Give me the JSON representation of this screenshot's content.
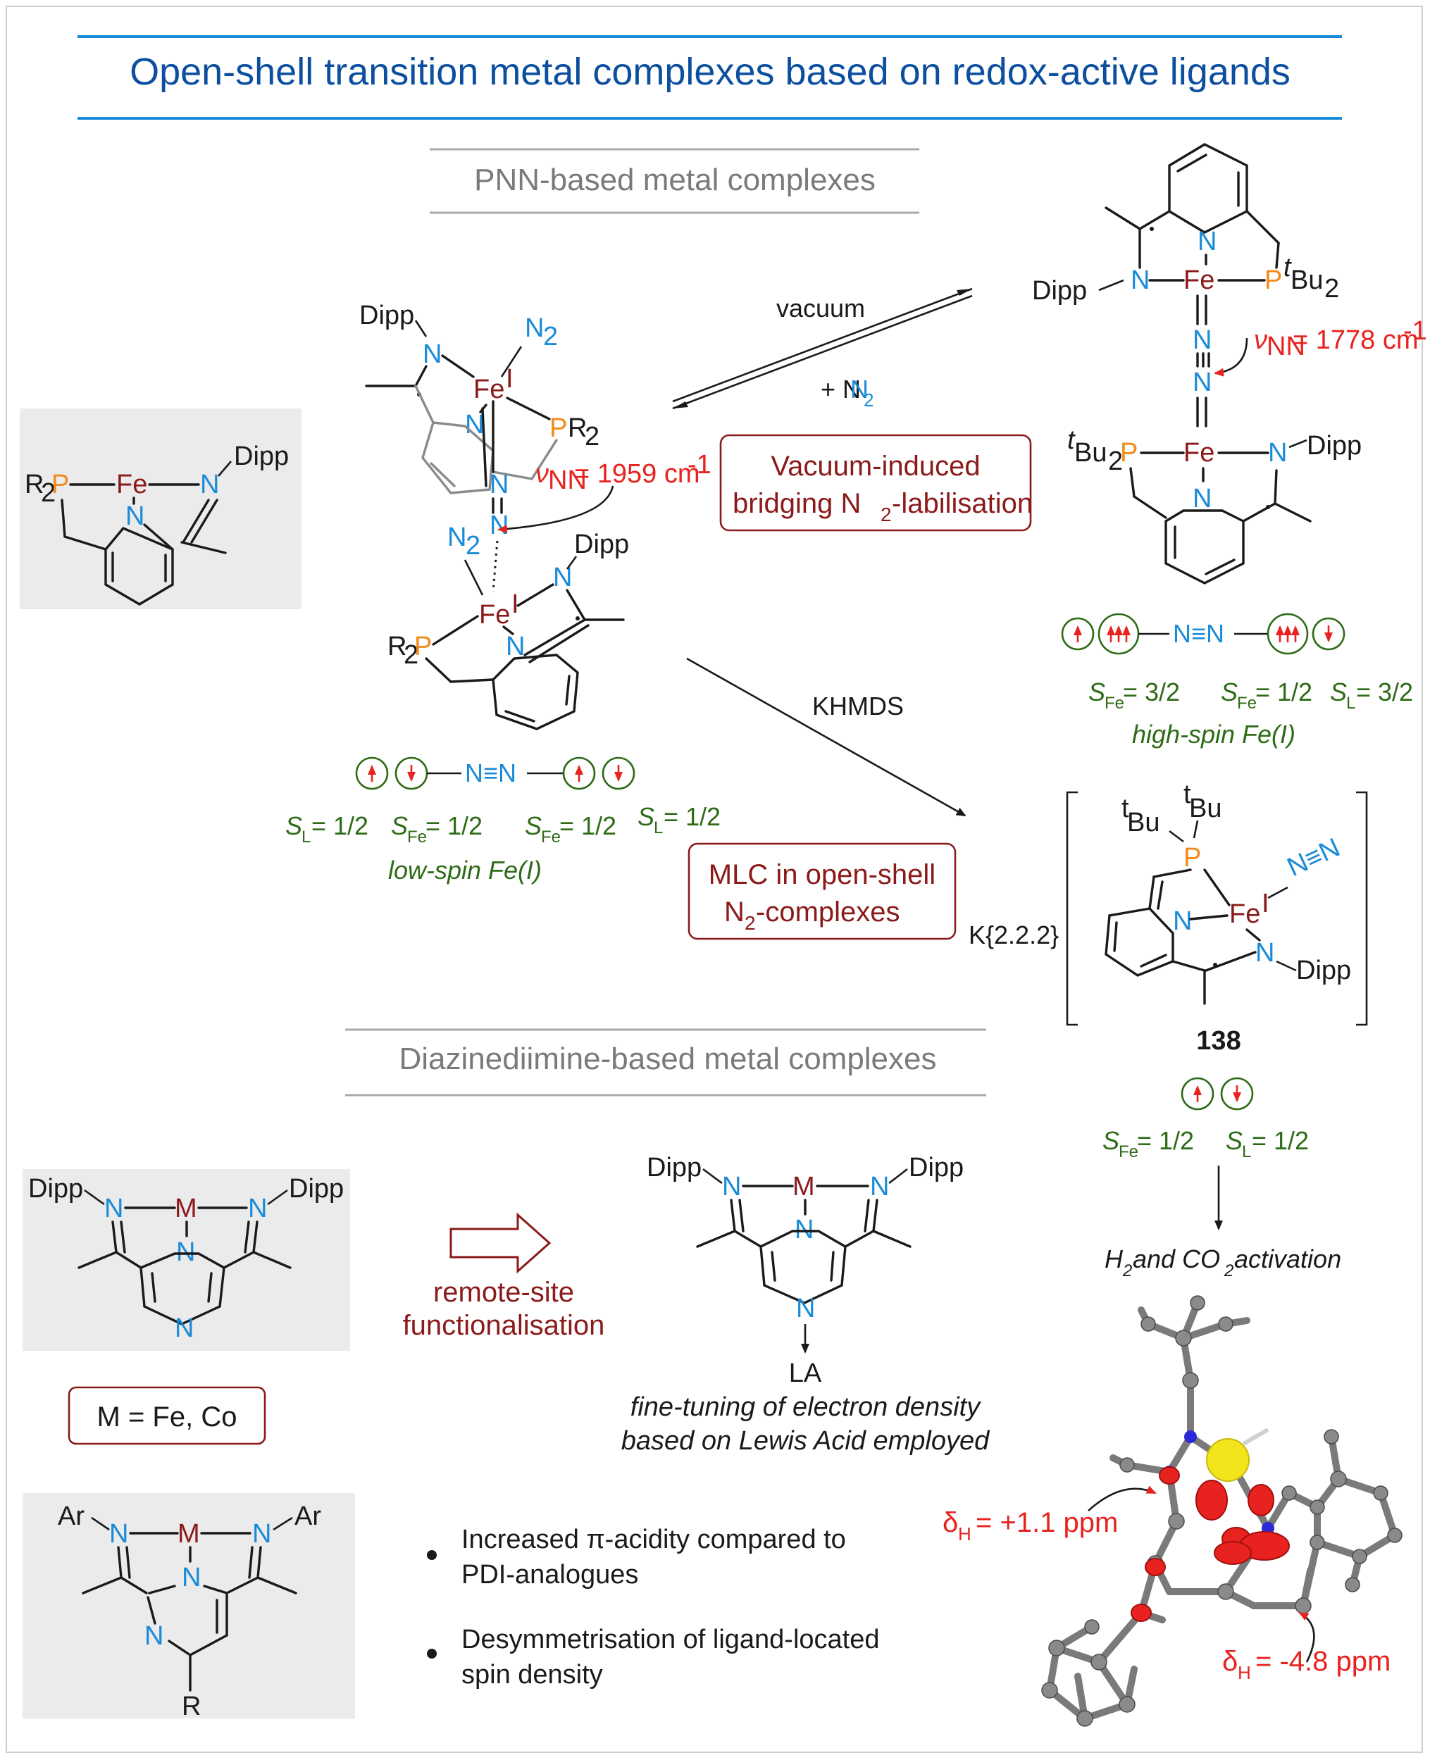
{
  "title": "Open-shell transition metal complexes based on redox-active ligands",
  "sections": {
    "pnn": "PNN-based metal complexes",
    "diazine": "Diazinediimine-based metal complexes"
  },
  "labels": {
    "vacuum": "vacuum",
    "plus_n2": "+ N",
    "khmds": "KHMDS",
    "k222": "K{2.2.2}",
    "compound_138": "138",
    "h2_co2": "H",
    "h2_co2_rest": " and CO",
    "h2_co2_end": " activation",
    "m_fe_co": "M = Fe, Co",
    "remote_1": "remote-site",
    "remote_2": "functionalisation",
    "fine_1": "fine-tuning of electron density",
    "fine_2": "based on Lewis Acid employed",
    "la": "LA"
  },
  "callouts": {
    "vacuum_induced_1": "Vacuum-induced",
    "vacuum_induced_2": "bridging N",
    "vacuum_induced_3": "-labilisation",
    "mlc_1": "MLC in open-shell",
    "mlc_2": "N",
    "mlc_3": "-complexes"
  },
  "vibrations": {
    "low_spin": "= 1959 cm",
    "high_spin": "= 1778 cm"
  },
  "spin_labels": {
    "low_spin_caption": "low-spin Fe(I)",
    "high_spin_caption": "high-spin Fe(I)",
    "sL_half": "= 1/2",
    "sFe_half": "= 1/2",
    "sFe_3half": "= 3/2",
    "sL_3half": "= 3/2"
  },
  "bullets": [
    {
      "line1": "Increased ",
      "pi": "π",
      "line1b": "-acidity compared to",
      "line2": "PDI-analogues"
    },
    {
      "line1": "Desymmetrisation of ligand-located",
      "line2": "spin density"
    }
  ],
  "nmr": {
    "shift_1": "= +1.1 ppm",
    "shift_2": "= -4.8 ppm"
  },
  "colors": {
    "title_blue": "#0b4f9e",
    "rule_blue": "#1a8bd8",
    "nitrogen": "#1a8bd8",
    "phosphorus": "#f28b1c",
    "metal": "#8b1a1a",
    "spin_red": "#e8231f",
    "spin_green": "#2e6b16"
  }
}
